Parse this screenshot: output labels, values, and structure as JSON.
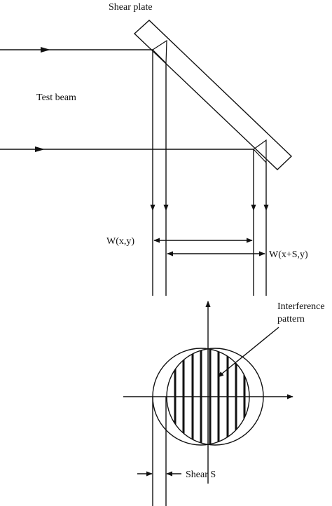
{
  "labels": {
    "shear_plate": "Shear plate",
    "test_beam": "Test beam",
    "w_xy": "W(x,y)",
    "w_xsy": "W(x+S,y)",
    "interference_line1": "Interference",
    "interference_line2": "pattern",
    "shear_s": "Shear S"
  }
}
